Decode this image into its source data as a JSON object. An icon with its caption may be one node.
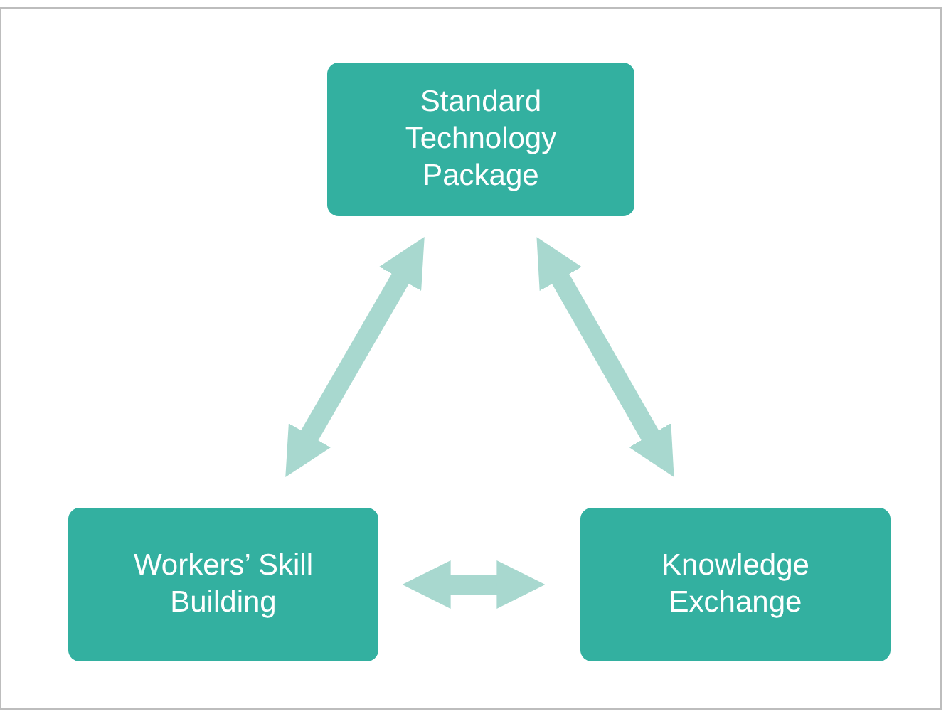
{
  "diagram": {
    "nodes": [
      {
        "text": [
          "Standard Technology Package"
        ]
      },
      {
        "text": [
          "Workers’ Skill Building"
        ]
      },
      {
        "text": [
          "Knowledge Exchange"
        ]
      }
    ],
    "edges": [
      {
        "from": 0,
        "to": 1,
        "arrow": "both"
      },
      {
        "from": 0,
        "to": 2,
        "arrow": "both"
      },
      {
        "from": 1,
        "to": 2,
        "arrow": "both"
      }
    ]
  }
}
